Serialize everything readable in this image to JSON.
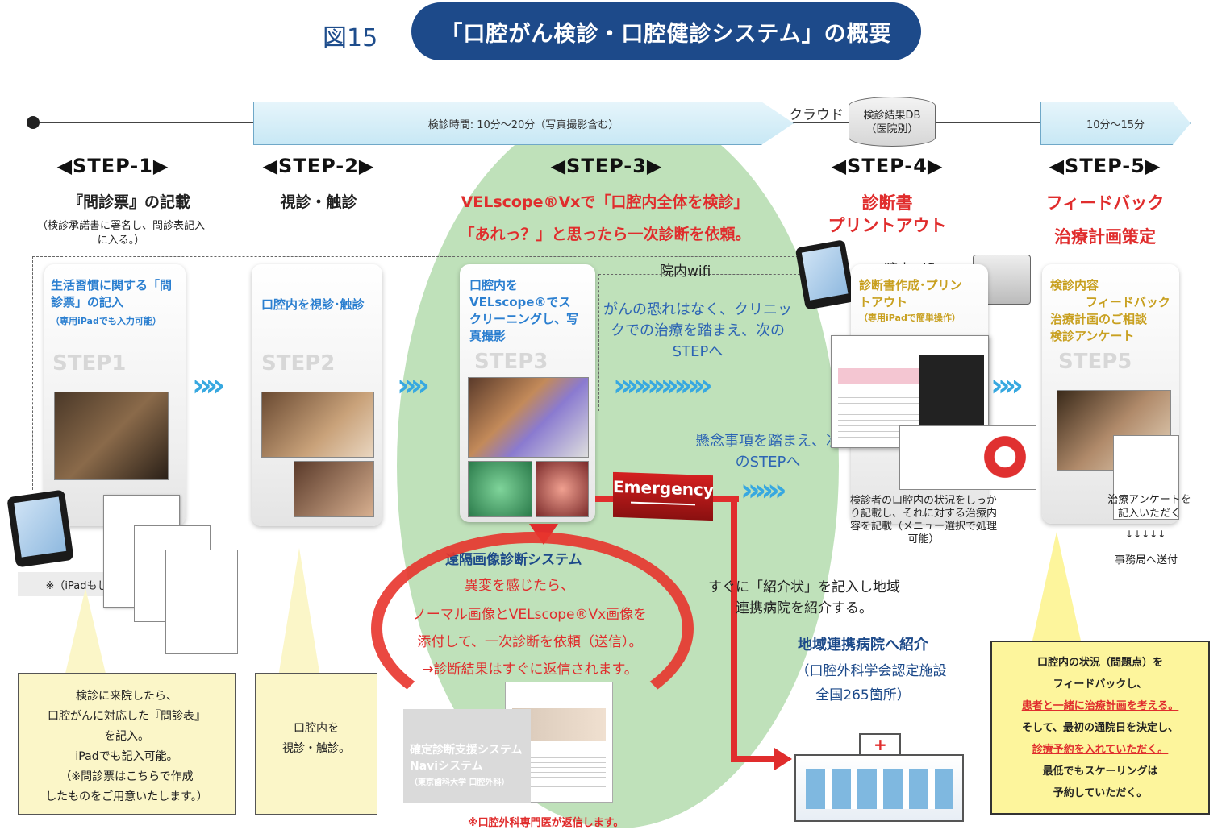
{
  "header": {
    "figure_label": "図15",
    "title": "「口腔がん検診・口腔健診システム」の概要"
  },
  "timeline": {
    "exam_time": "検診時間: 10分〜20分（写真撮影含む）",
    "cloud": "クラウド",
    "db_line1": "検診結果DB",
    "db_line2": "（医院別）",
    "feedback_time": "10分〜15分"
  },
  "steps": {
    "s1": {
      "label": "◀STEP-1▶",
      "title": "『問診票』の記載",
      "note": "（検診承諾書に署名し、問診表記入に入る。）",
      "card_title": "生活習慣に関する「問診票」の記入",
      "card_sub": "（専用iPadでも入力可能）",
      "ghost": "STEP1",
      "ipad_note": "※（iPadもしくは紙）"
    },
    "s2": {
      "label": "◀STEP-2▶",
      "title": "視診・触診",
      "card_title": "口腔内を視診･触診",
      "ghost": "STEP2"
    },
    "s3": {
      "label": "◀STEP-3▶",
      "title1": "VELscope®Vxで「口腔内全体を検診」",
      "title2": "「あれっ？」と思ったら一次診断を依頼。",
      "card_title": "口腔内をVELscope®でスクリーニングし、写真撮影",
      "ghost": "STEP3"
    },
    "s4": {
      "label": "◀STEP-4▶",
      "title1": "診断書",
      "title2": "プリントアウト",
      "card_title": "診断書作成･プリントアウト",
      "card_sub": "（専用iPadで簡単操作）",
      "caption": "検診者の口腔内の状況をしっかり記載し、それに対する治療内容を記載（メニュー選択で処理可能）"
    },
    "s5": {
      "label": "◀STEP-5▶",
      "title1": "フィードバック",
      "title2": "治療計画策定",
      "card_title1": "検診内容",
      "card_title2": "フィードバック",
      "card_title3": "治療計画のご相談",
      "card_title4": "検診アンケート",
      "ghost": "STEP5",
      "caption1": "治療アンケートを記入いただく",
      "arrows": "↓↓↓↓↓",
      "caption2": "事務局へ送付"
    }
  },
  "wifi1": "院内wifi",
  "wifi2": "院内wifi",
  "no_risk": "がんの恐れはなく、クリニックでの治療を踏まえ、次のSTEPへ",
  "concern": "懸念事項を踏まえ、次のSTEPへ",
  "emergency": "Emergency",
  "referral_instr": "すぐに「紹介状」を記入し地域連携病院を紹介する。",
  "referral_title": "地域連携病院へ紹介",
  "referral_sub1": "（口腔外科学会認定施設",
  "referral_sub2": "全国265箇所）",
  "remote": {
    "title": "遠隔画像診断システム",
    "line1": "異変を感じたら、",
    "line2": "ノーマル画像とVELscope®Vx画像を",
    "line3": "添付して、一次診断を依頼（送信）。",
    "line4": "→診断結果はすぐに返信されます。",
    "navi_title1": "確定診断支援システム",
    "navi_title2": "Naviシステム",
    "navi_title3": "（東京歯科大学 口腔外科）",
    "footnote": "※口腔外科専門医が返信します。"
  },
  "notes": {
    "n1": [
      "検診に来院したら、",
      "口腔がんに対応した『問診表』",
      "を記入。",
      "iPadでも記入可能。",
      "（※問診票はこちらで作成",
      "したものをご用意いたします。）"
    ],
    "n2": [
      "口腔内を",
      "視診・触診。"
    ],
    "n5": [
      "口腔内の状況（問題点）を",
      "フィードバックし、",
      "患者と一緒に治療計画を考える。",
      "そして、最初の通院日を決定し、",
      "診療予約を入れていただく。",
      "最低でもスケーリングは",
      "予約していただく。"
    ]
  },
  "colors": {
    "navy": "#1d4a8a",
    "green": "#b4dcae",
    "red": "#e02d2d",
    "blue_text": "#2c64b4",
    "arrow": "#37a8e0",
    "note_yellow": "#fdf59c"
  }
}
